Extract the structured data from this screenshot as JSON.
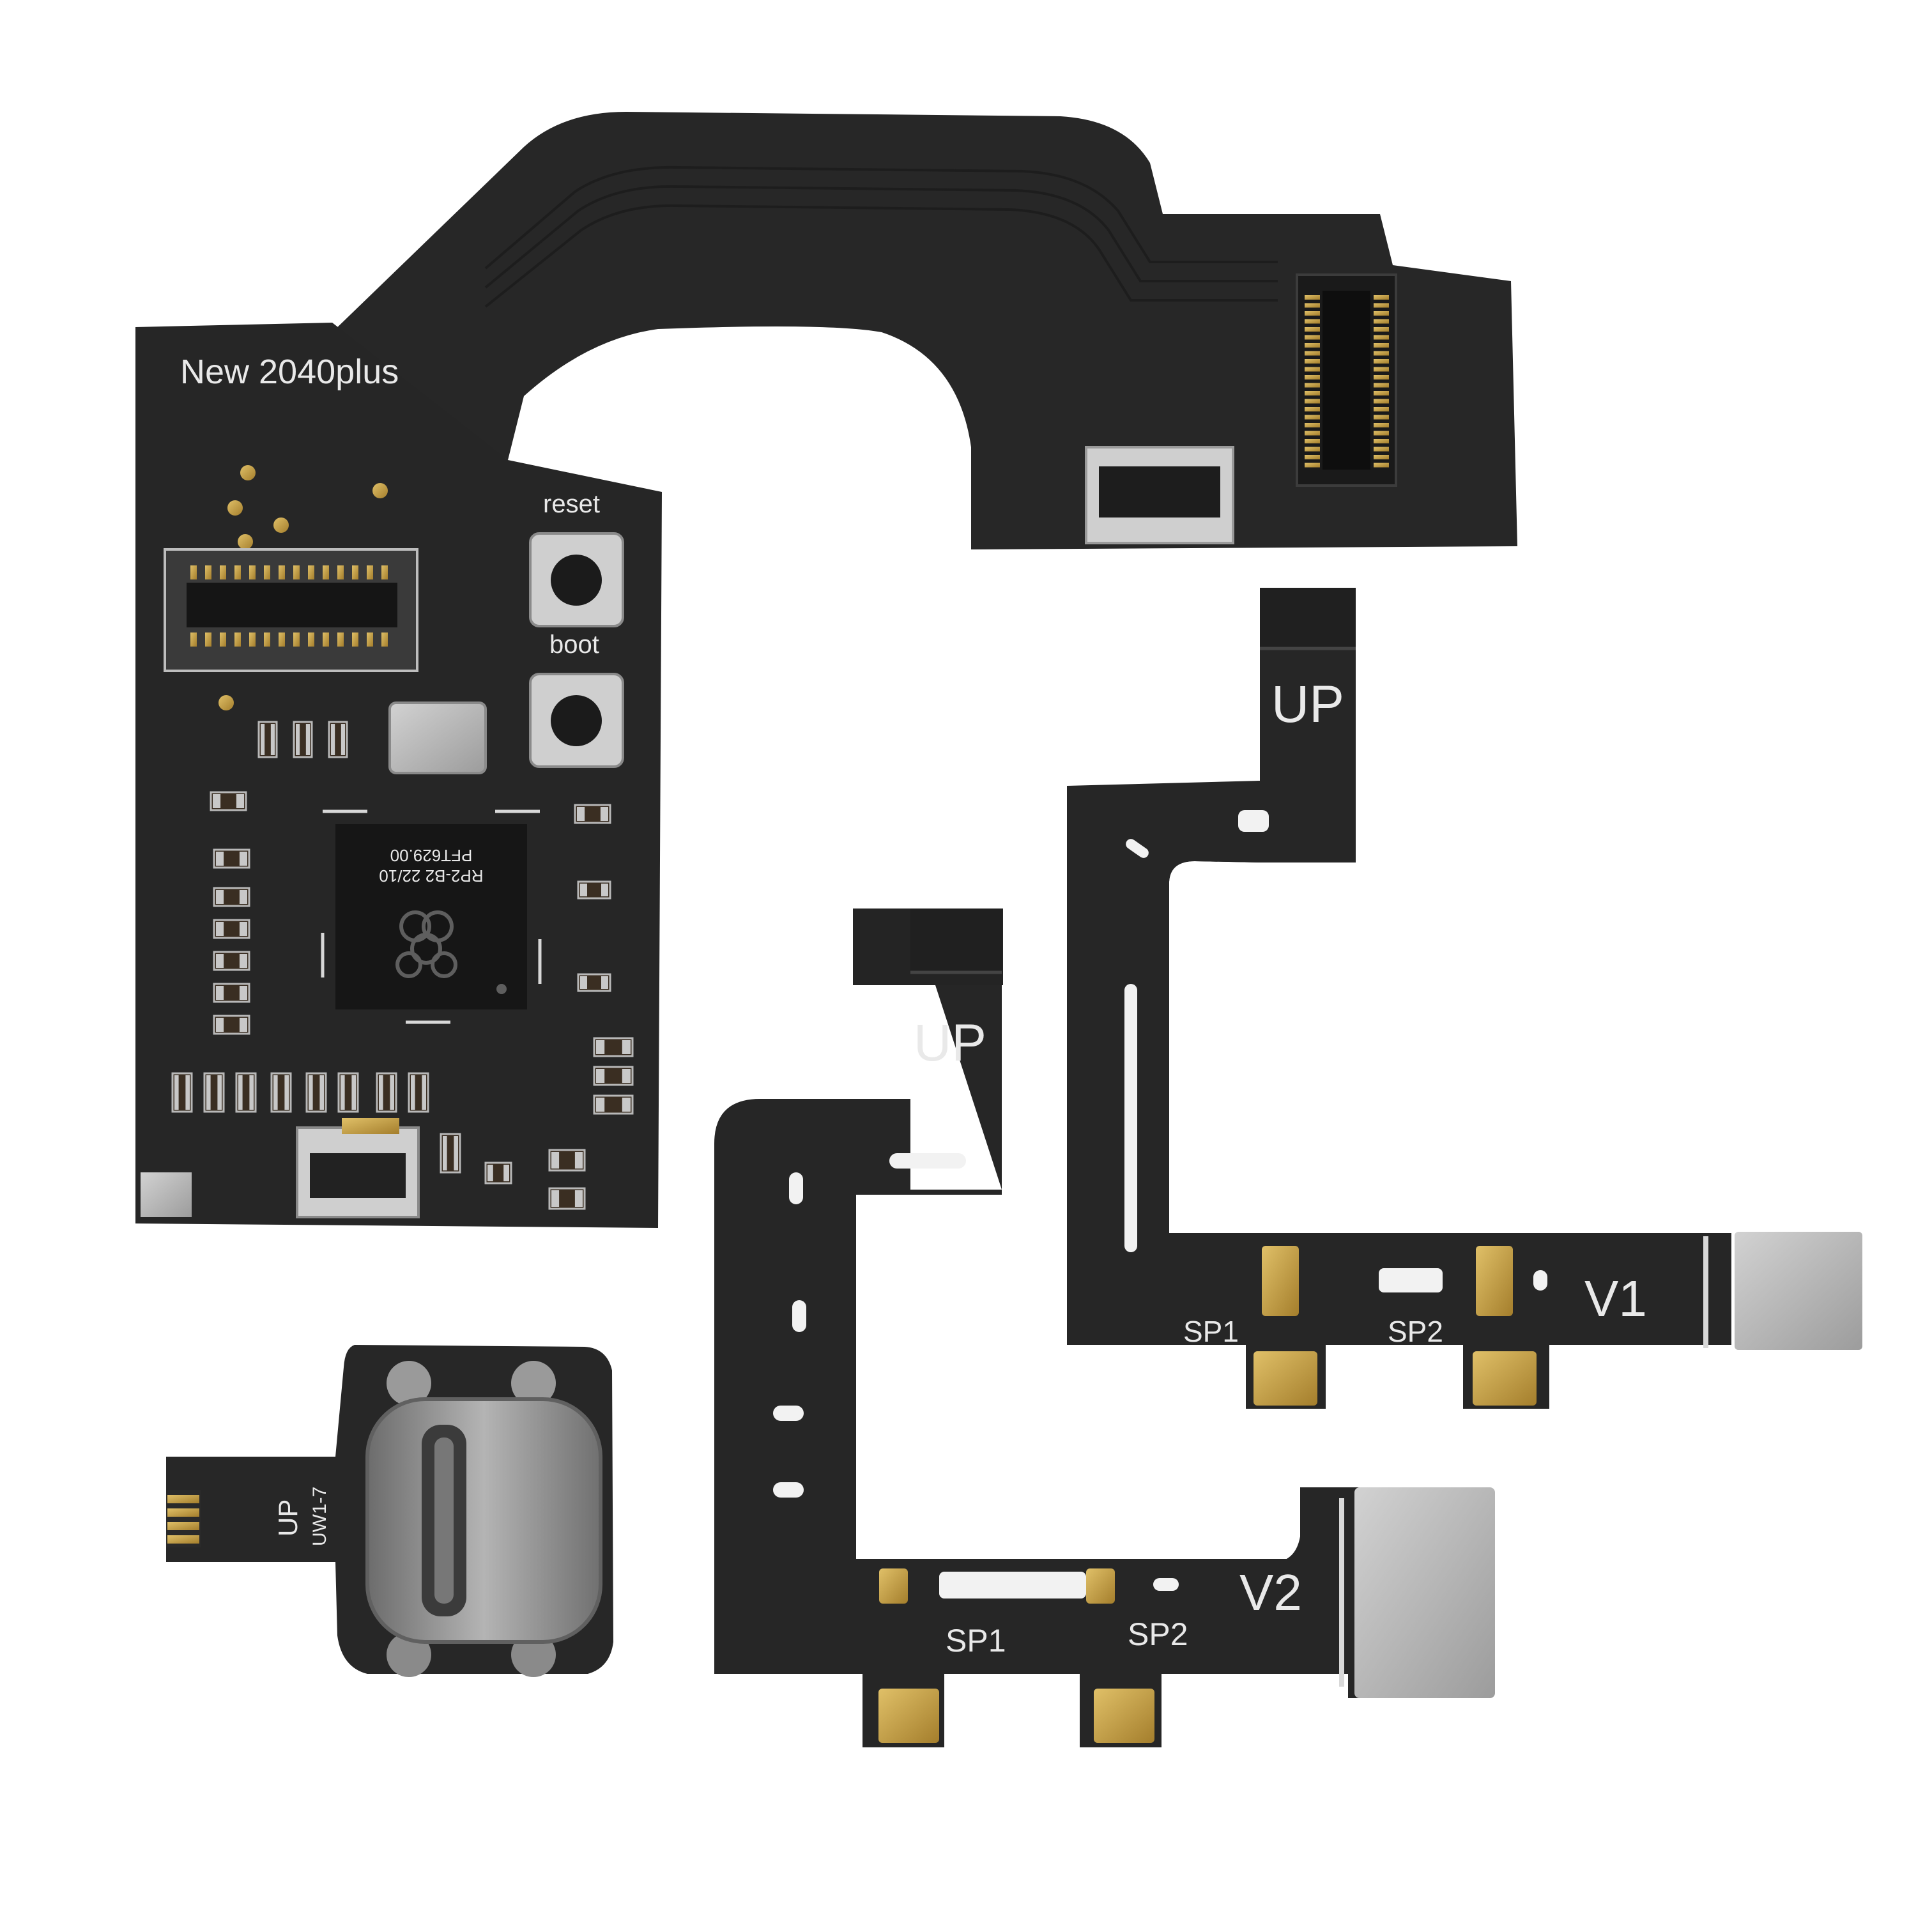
{
  "colors": {
    "background": "#ffffff",
    "pcb": "#262626",
    "pcb_edge": "#1a1a1a",
    "silkscreen": "#e9e9e9",
    "gold": "#c8a24a",
    "metal": "#b8b8b8"
  },
  "main_board": {
    "label": "New 2040plus",
    "reset_label": "reset",
    "boot_label": "boot",
    "chip_lines": [
      "RP2-B2  22/10",
      "PFT629.00"
    ]
  },
  "usb_c_board": {
    "label_up": "UP",
    "label_code": "UW1-7"
  },
  "flex_v2": {
    "label_up": "UP",
    "label_version": "V2",
    "label_sp1": "SP1",
    "label_sp2": "SP2"
  },
  "flex_v1": {
    "label_up": "UP",
    "label_version": "V1",
    "label_sp1": "SP1",
    "label_sp2": "SP2"
  }
}
